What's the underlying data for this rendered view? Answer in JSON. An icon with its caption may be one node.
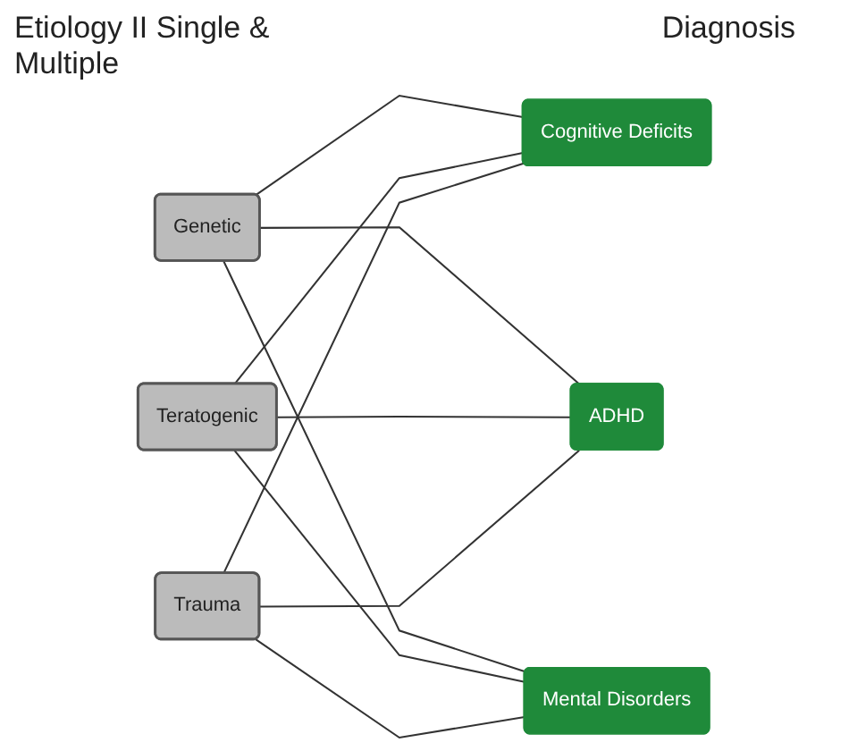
{
  "diagram": {
    "nodes": [
      {
        "text": [
          "Genetic"
        ]
      },
      {
        "text": [
          "Teratogenic"
        ]
      },
      {
        "text": [
          "Trauma"
        ]
      },
      {
        "text": [
          "Cognitive Deficits"
        ]
      },
      {
        "text": [
          "ADHD"
        ]
      },
      {
        "text": [
          "Mental Disorders"
        ]
      }
    ],
    "edges": [
      {
        "from": 0,
        "to": 3,
        "arrow": "none"
      },
      {
        "from": 0,
        "to": 4,
        "arrow": "none"
      },
      {
        "from": 0,
        "to": 5,
        "arrow": "none"
      },
      {
        "from": 1,
        "to": 3,
        "arrow": "none"
      },
      {
        "from": 1,
        "to": 4,
        "arrow": "none"
      },
      {
        "from": 1,
        "to": 5,
        "arrow": "none"
      },
      {
        "from": 2,
        "to": 3,
        "arrow": "none"
      },
      {
        "from": 2,
        "to": 4,
        "arrow": "none"
      },
      {
        "from": 2,
        "to": 5,
        "arrow": "none"
      }
    ],
    "labels": [
      "Etiology II Single & Multiple",
      "Diagnosis"
    ]
  }
}
